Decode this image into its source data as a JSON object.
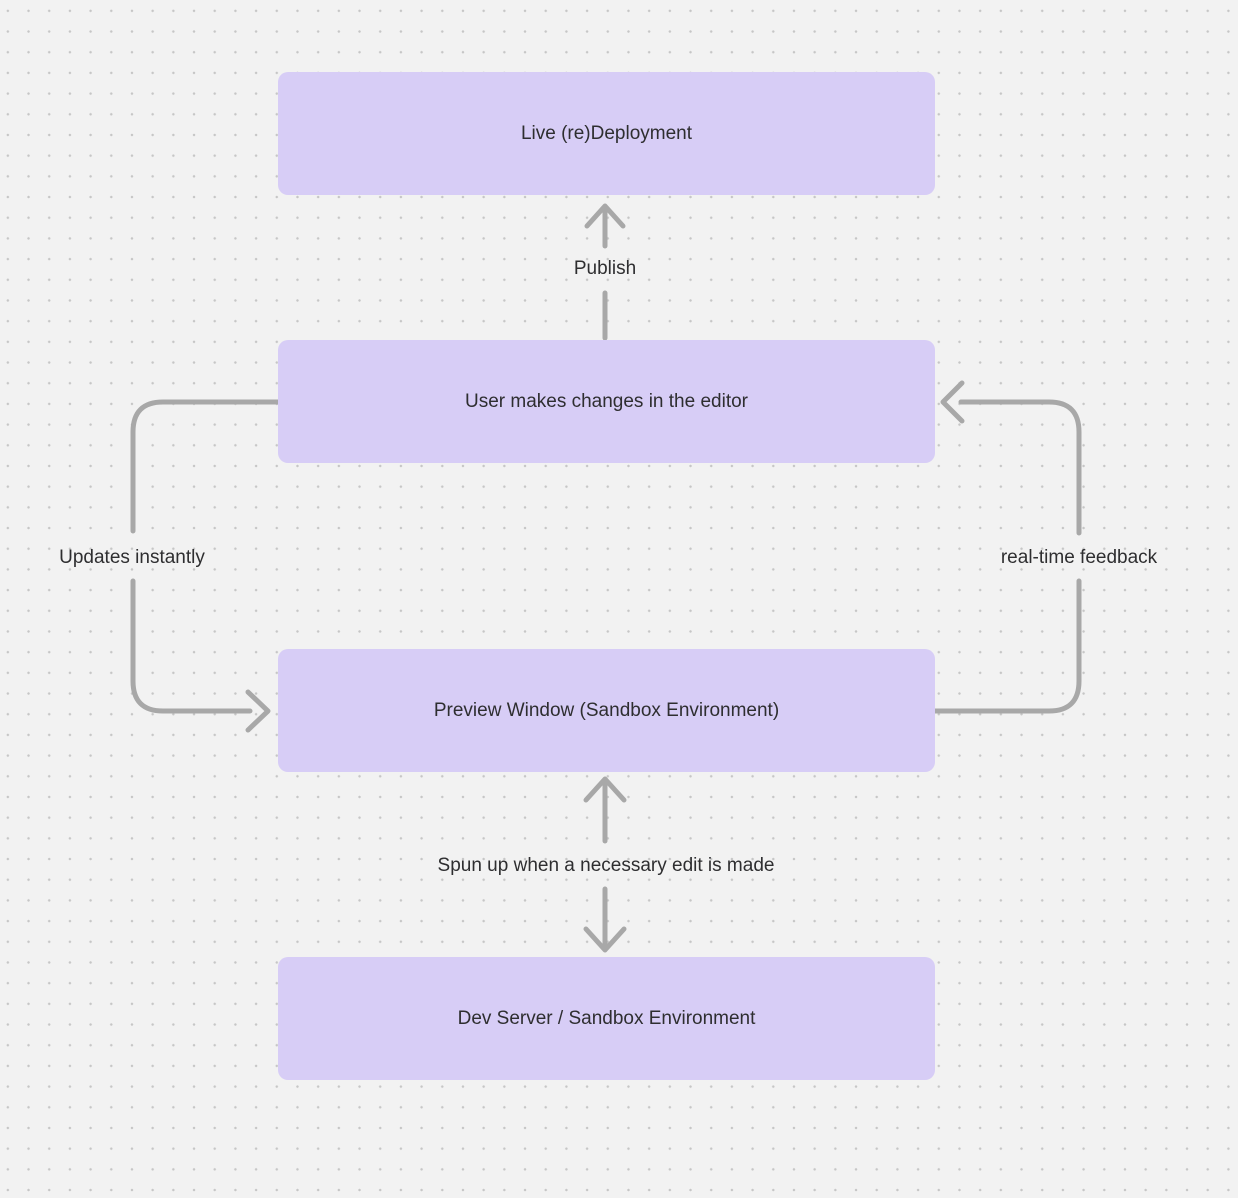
{
  "diagram": {
    "colors": {
      "background": "#f2f2f2",
      "grid_dot": "#c6c6c6",
      "node_fill": "#d7cdf6",
      "text": "#2e2e30",
      "arrow": "#a8a8a8"
    },
    "nodes": [
      {
        "id": "live-deployment",
        "label": "Live (re)Deployment"
      },
      {
        "id": "user-editor",
        "label": "User makes changes in the editor"
      },
      {
        "id": "preview-window",
        "label": "Preview Window (Sandbox Environment)"
      },
      {
        "id": "dev-server",
        "label": "Dev Server / Sandbox Environment"
      }
    ],
    "edges": [
      {
        "id": "publish",
        "label": "Publish",
        "from": "user-editor",
        "to": "live-deployment",
        "direction": "up"
      },
      {
        "id": "updates-instantly",
        "label": "Updates instantly",
        "from": "user-editor",
        "to": "preview-window",
        "direction": "left-loop-down"
      },
      {
        "id": "realtime-feedback",
        "label": "real-time feedback",
        "from": "preview-window",
        "to": "user-editor",
        "direction": "right-loop-up"
      },
      {
        "id": "spun-up",
        "label": "Spun up when a necessary edit is made",
        "from": "preview-window",
        "to": "dev-server",
        "direction": "bidirectional"
      }
    ]
  }
}
